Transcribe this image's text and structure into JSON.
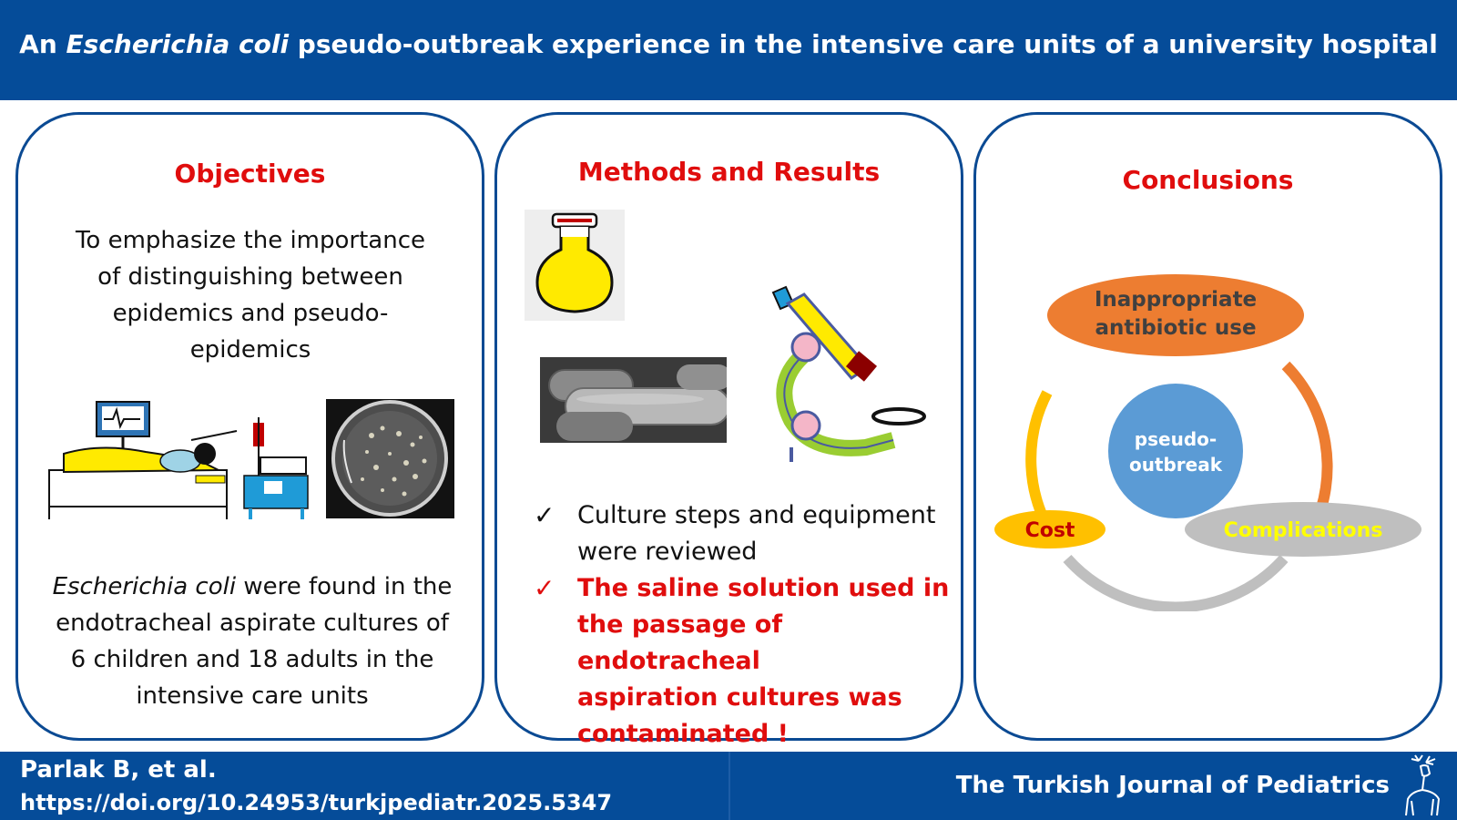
{
  "header": {
    "title_prefix": "An ",
    "title_italic": "Escherichia coli",
    "title_suffix": " pseudo-outbreak experience in the intensive care units of a university hospital"
  },
  "objectives": {
    "title": "Objectives",
    "aim_lines": [
      "To emphasize the importance",
      "of distinguishing between",
      "epidemics and pseudo-",
      "epidemics"
    ],
    "finding_italic": "Escherichia coli",
    "finding_first_rest": " were found in the",
    "finding_lines": [
      "endotracheal aspirate cultures of",
      "6 children and 18 adults in the",
      "intensive care units"
    ]
  },
  "methods": {
    "title": "Methods and Results",
    "items": [
      {
        "mark": "✓",
        "lines": [
          "Culture steps and equipment",
          "were reviewed"
        ]
      },
      {
        "mark": "✓",
        "lines": [
          "The saline solution used in",
          "the passage of endotracheal",
          "aspiration cultures was",
          "contaminated !"
        ]
      }
    ]
  },
  "conclusions": {
    "title": "Conclusions",
    "center_lines": [
      "pseudo-",
      "outbreak"
    ],
    "top_lines": [
      "Inappropriate",
      "antibiotic use"
    ],
    "left_label": "Cost",
    "right_label": "Complications",
    "colors": {
      "top": "#ed7d31",
      "center": "#5b9bd5",
      "left": "#ffc000",
      "right": "#bfbfbf",
      "right_text": "#ffff00"
    }
  },
  "footer": {
    "author": "Parlak B, et al.",
    "doi": "https://doi.org/10.24953/turkjpediatr.2025.5347",
    "journal": "The Turkish Journal of Pediatrics"
  }
}
